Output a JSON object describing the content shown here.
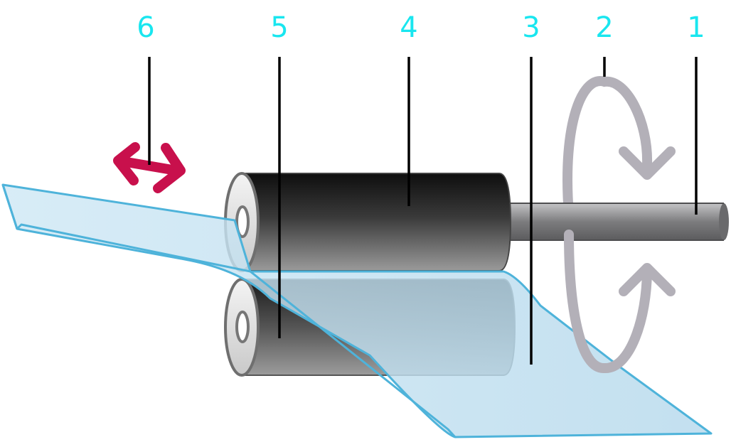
{
  "diagram": {
    "callouts": [
      {
        "id": "1",
        "label": "1",
        "part": "shaft"
      },
      {
        "id": "2",
        "label": "2",
        "part": "rotation-direction"
      },
      {
        "id": "3",
        "label": "3",
        "part": "film-sheet"
      },
      {
        "id": "4",
        "label": "4",
        "part": "upper-roller"
      },
      {
        "id": "5",
        "label": "5",
        "part": "lower-roller"
      },
      {
        "id": "6",
        "label": "6",
        "part": "feed-direction"
      }
    ],
    "colors": {
      "label": "#19e6ef",
      "leader": "#000000",
      "film_fill": "#b8dcee",
      "film_edge": "#4eb3da",
      "roller_dark": "#111111",
      "roller_light": "#8e8e8e",
      "rotation_arrow": "#b3b0b8",
      "feed_arrow": "#c8104c"
    }
  }
}
